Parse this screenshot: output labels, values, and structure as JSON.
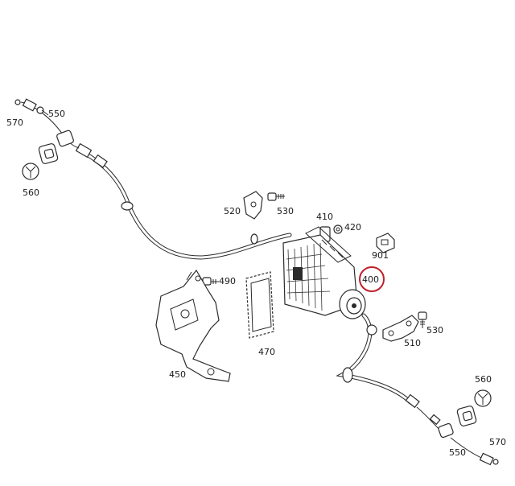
{
  "labels": {
    "l570a": "570",
    "l550a": "550",
    "l560a": "560",
    "l520": "520",
    "l530a": "530",
    "l410": "410",
    "l420": "420",
    "l901": "901",
    "l400": "400",
    "l490": "490",
    "l470": "470",
    "l450": "450",
    "l530b": "530",
    "l510": "510",
    "l560b": "560",
    "l550b": "550",
    "l570b": "570"
  },
  "colors": {
    "line": "#2b2b2b",
    "highlight_circle": "#c0202a",
    "background": "#ffffff"
  },
  "highlighted_part": "400"
}
